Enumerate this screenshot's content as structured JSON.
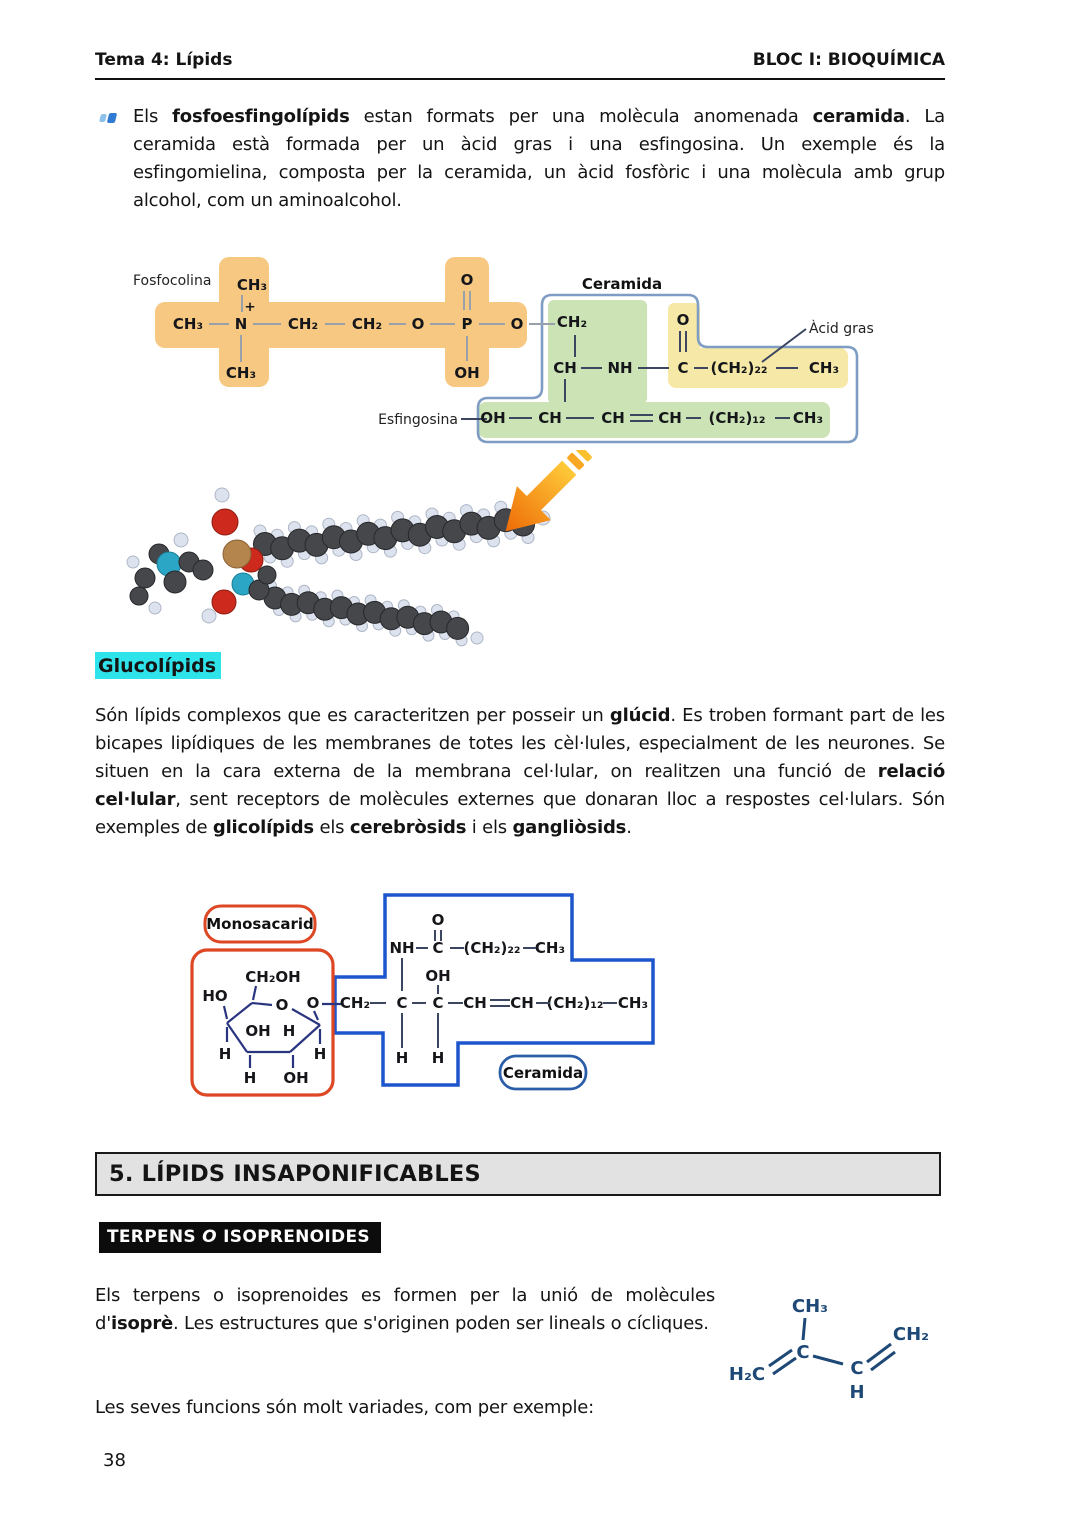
{
  "page_number": "38",
  "header": {
    "left": "Tema 4: Lípids",
    "right": "BLOC I: BIOQUÍMICA"
  },
  "intro": {
    "segments": [
      {
        "t": "Els "
      },
      {
        "t": "fosfoesfingolípids",
        "b": true
      },
      {
        "t": " estan formats per una molècula anomenada "
      },
      {
        "t": "ceramida",
        "b": true
      },
      {
        "t": ". La ceramida està formada per un àcid gras i una esfingosina. Un exemple és la esfingomielina, composta per la ceramida, un àcid fosfòric i una molècula amb grup alcohol, com un aminoalcohol."
      }
    ]
  },
  "diagram1": {
    "labels": {
      "fosfocolina": "Fosfocolina",
      "ceramida": "Ceramida",
      "acid_gras": "Àcid  gras",
      "esfingosina": "Esfingosina"
    },
    "choline_row": [
      "CH₃",
      "N",
      "CH₂",
      "CH₂",
      "O",
      "P",
      "O"
    ],
    "n_top": "CH₃",
    "n_plus": "+",
    "n_bottom": "CH₃",
    "p_top": "O",
    "p_bottom": "OH",
    "cer_ch2": "CH₂",
    "amide_row": [
      "CH",
      "NH",
      "C",
      "(CH₂)₂₂",
      "CH₃"
    ],
    "amide_o": "O",
    "sph_row": [
      "OH",
      "CH",
      "CH",
      "CH",
      "(CH₂)₁₂",
      "CH₃"
    ]
  },
  "glucolipids": {
    "title": "Glucolípids",
    "segments": [
      {
        "t": "Són lípids complexos que es caracteritzen per posseir un "
      },
      {
        "t": "glúcid",
        "b": true
      },
      {
        "t": ". Es troben formant part de les bicapes lipídiques de les membranes de totes les cèl·lules, especialment de les neurones. Se situen en la cara externa de la membrana cel·lular, on realitzen una funció de "
      },
      {
        "t": "relació cel·lular",
        "b": true
      },
      {
        "t": ", sent receptors de molècules externes que donaran lloc a respostes cel·lulars. Són exemples de "
      },
      {
        "t": "glicolípids",
        "b": true
      },
      {
        "t": " els "
      },
      {
        "t": "cerebròsids",
        "b": true
      },
      {
        "t": " i els "
      },
      {
        "t": "gangliòsids",
        "b": true
      },
      {
        "t": "."
      }
    ]
  },
  "diagram2": {
    "labels": {
      "monosacarid": "Monosacarid",
      "ceramida": "Ceramida"
    },
    "sugar": {
      "ch2oh": "CH₂OH",
      "ho": "HO",
      "o_ring": "O",
      "o_link": "O",
      "oh_in": "OH",
      "h_in": "H",
      "h_left": "H",
      "h_bottom": "H",
      "oh_bottom": "OH",
      "h_right": "H"
    },
    "amide_row": [
      "NH",
      "C",
      "(CH₂)₂₂",
      "CH₃"
    ],
    "amide_o": "O",
    "c_oh": "OH",
    "chain_row": [
      "CH₂",
      "C",
      "C",
      "CH",
      "CH",
      "(CH₂)₁₂",
      "CH₃"
    ],
    "h_below": [
      "H",
      "H"
    ]
  },
  "section5": {
    "title": "5. LÍPIDS INSAPONIFICABLES"
  },
  "terpens": {
    "heading_segments": [
      {
        "t": "TERPENS "
      },
      {
        "t": "O",
        "i": true
      },
      {
        "t": " ISOPRENOIDES"
      }
    ],
    "segments": [
      {
        "t": "Els terpens o isoprenoides es formen per la unió de molècules d'"
      },
      {
        "t": "isoprè",
        "b": true
      },
      {
        "t": ". Les estructures que s'originen poden ser lineals o cícliques."
      }
    ],
    "functions_line": "Les seves funcions són molt variades, com per exemple:"
  },
  "isoprene": {
    "ch3": "CH₃",
    "c1": "C",
    "h2c": "H₂C",
    "c2": "C",
    "h": "H",
    "ch2": "CH₂"
  },
  "icons": {
    "bullet": "blue-list-marker",
    "arrow": "orange-arrow-down-left"
  },
  "colors": {
    "highlight": "#2FE3EA",
    "orange": "#F6C881",
    "green": "#CBE3B5",
    "yellow": "#F6E8A6",
    "outline1": "#7F9DC4",
    "blue2": "#1D55CC",
    "red": "#DD4723",
    "navy": "#1E4976",
    "graybox": "#E2E2E2"
  }
}
